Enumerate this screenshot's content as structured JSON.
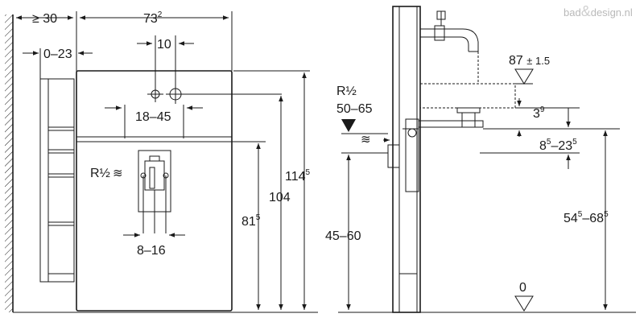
{
  "watermark": {
    "text_left": "bad",
    "amp": "&",
    "text_right": "design.nl"
  },
  "front_view": {
    "dim_wall_gap": "≥ 30",
    "dim_width": "73",
    "dim_width_sup": "2",
    "dim_frame_offset": "0–23",
    "dim_valve_spacing": "10",
    "dim_drill_range": "18–45",
    "dim_trap_range": "8–16",
    "supply_label": "R½",
    "dim_height_total": "114",
    "dim_height_total_sup": "5",
    "dim_height_104": "104",
    "dim_height_81": "81",
    "dim_height_81_sup": "5"
  },
  "side_view": {
    "supply_label": "R½",
    "supply_range": "50–65",
    "dim_spout": "87",
    "dim_spout_tol": "± 1.5",
    "dim_drop": "3",
    "dim_drop_sup": "9",
    "dim_trap_a": "8",
    "dim_trap_a_sup": "5",
    "dim_trap_sep": "–23",
    "dim_trap_b_sup": "5",
    "dim_inlet_range": "45–60",
    "dim_floor_a": "54",
    "dim_floor_a_sup": "5",
    "dim_floor_sep": "–68",
    "dim_floor_b_sup": "5",
    "floor_level": "0"
  }
}
